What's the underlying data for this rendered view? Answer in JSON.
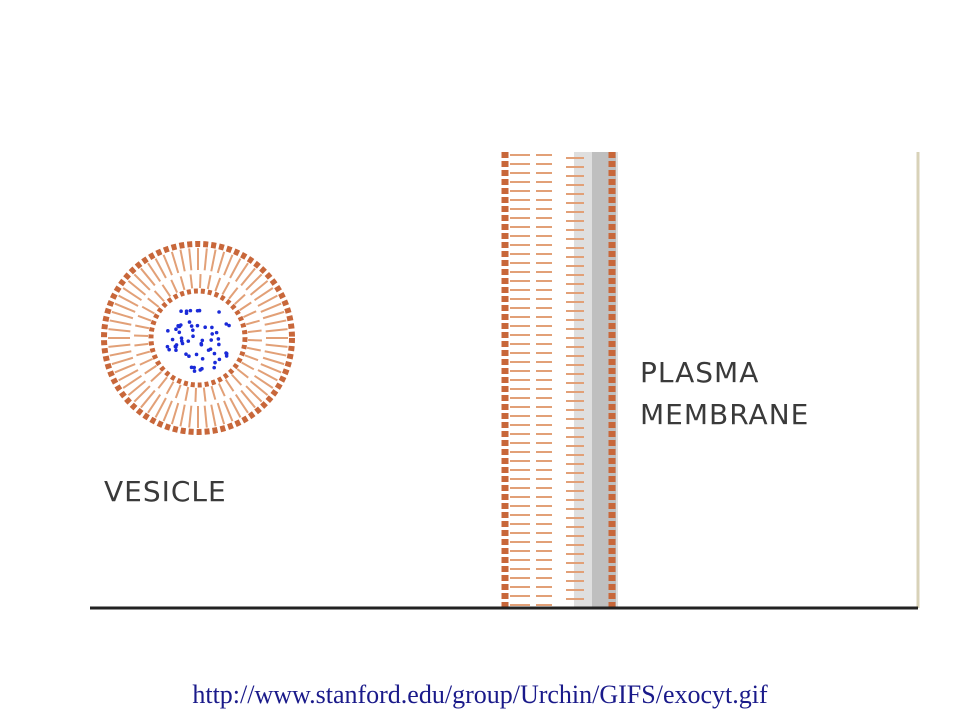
{
  "diagram": {
    "labels": {
      "vesicle": "VESICLE",
      "plasma_membrane_line1": "PLASMA",
      "plasma_membrane_line2": "MEMBRANE"
    },
    "colors": {
      "lipid_head": "#c8673a",
      "lipid_tail": "#e2a077",
      "cytoplasm_shade": "#b8b8b8",
      "cargo": "#1a2ad8",
      "baseline": "#222222",
      "label": "#3a3a3a"
    }
  },
  "caption": {
    "url": "http://www.stanford.edu/group/Urchin/GIFS/exocyt.gif"
  }
}
